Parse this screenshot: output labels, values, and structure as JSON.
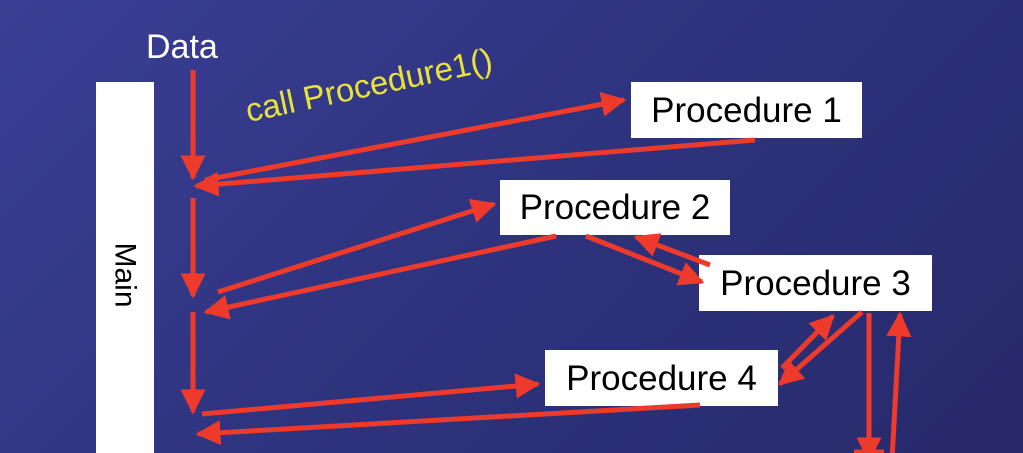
{
  "data_label": "Data",
  "main_label": "Main",
  "call_label": "call Procedure1()",
  "procedures": [
    {
      "label": "Procedure 1"
    },
    {
      "label": "Procedure 2"
    },
    {
      "label": "Procedure 3"
    },
    {
      "label": "Procedure 4"
    }
  ],
  "colors": {
    "background": "#2f3480",
    "arrow": "#ee3a2a",
    "call_text": "#e8e23a",
    "box": "#ffffff"
  }
}
